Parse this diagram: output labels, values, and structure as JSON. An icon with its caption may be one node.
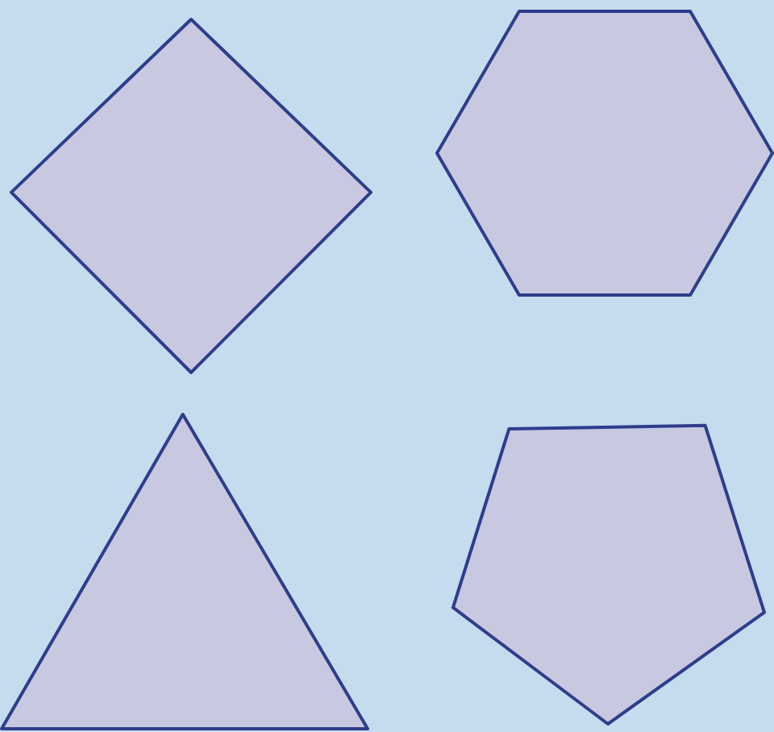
{
  "diagram": {
    "nodes": [
      {
        "text": [],
        "shape": "diamond"
      },
      {
        "text": [],
        "shape": "hexagon"
      },
      {
        "text": [],
        "shape": "triangle"
      },
      {
        "text": [],
        "shape": "pentagon"
      }
    ]
  }
}
